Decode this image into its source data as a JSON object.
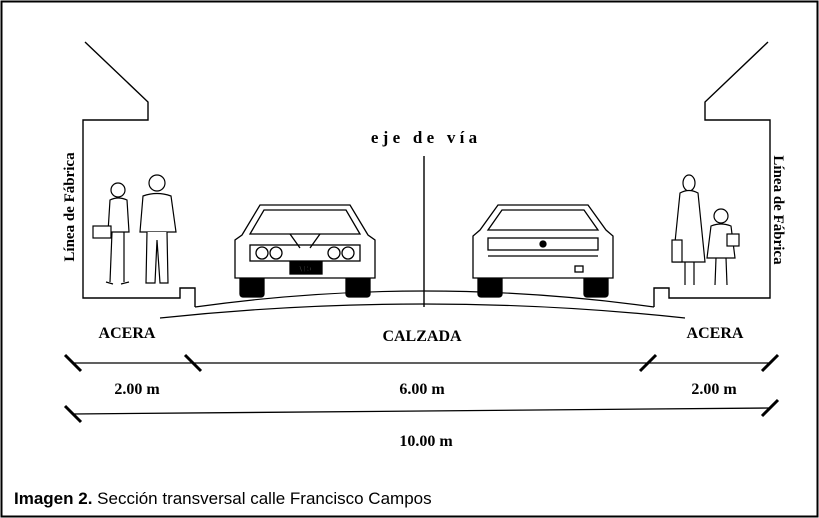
{
  "diagram": {
    "axis_label": "e j e   d e   v í a",
    "left_line_label": "Línea de Fábrica",
    "right_line_label": "Línea de Fábrica",
    "sidewalk_left": "ACERA",
    "roadway": "CALZADA",
    "sidewalk_right": "ACERA",
    "dim_left": "2.00 m",
    "dim_center": "6.00 m",
    "dim_right": "2.00 m",
    "dim_total": "10.00 m",
    "plate_text": "ABC"
  },
  "caption": {
    "label": "Imagen 2.",
    "text": " Sección transversal calle Francisco Campos"
  }
}
